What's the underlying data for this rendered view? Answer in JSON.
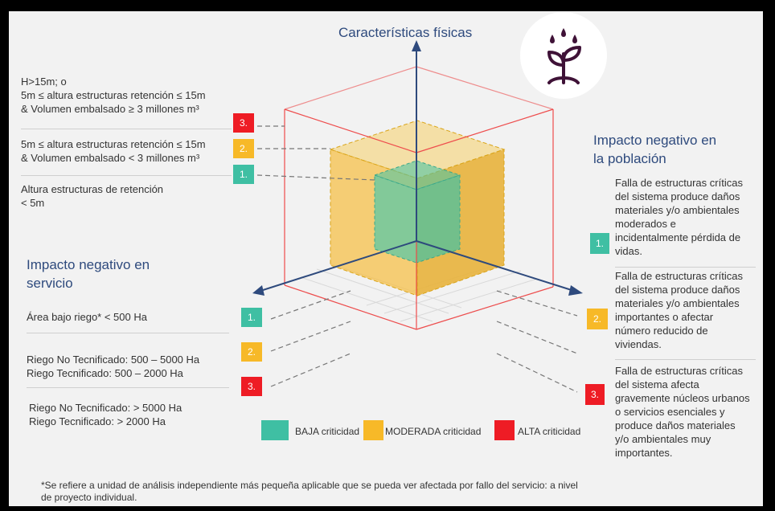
{
  "colors": {
    "baja": "#3fbfa3",
    "moderada": "#f7b928",
    "alta": "#ee1c25",
    "axis": "#2e4a7d",
    "icon": "#3f1237"
  },
  "icon": {
    "name": "plant-icon"
  },
  "axes": {
    "top_title": "Características físicas",
    "right_title_1": "Impacto negativo en",
    "right_title_2": "la población",
    "left_title_1": "Impacto negativo en",
    "left_title_2": "servicio"
  },
  "fisicas": {
    "alta": [
      "H>15m; o",
      "5m ≤ altura estructuras retención ≤ 15m",
      "& Volumen embalsado ≥ 3 millones m³"
    ],
    "moderada": [
      "5m ≤ altura estructuras retención ≤ 15m",
      "& Volumen embalsado < 3 millones m³"
    ],
    "baja": [
      "Altura estructuras de retención",
      "< 5m"
    ]
  },
  "servicio": {
    "baja": [
      "Área bajo riego* < 500 Ha"
    ],
    "moderada": [
      "Riego No Tecnificado: 500 – 5000 Ha",
      "Riego Tecnificado: 500 – 2000 Ha"
    ],
    "alta": [
      "Riego No Tecnificado: > 5000 Ha",
      "Riego Tecnificado: > 2000 Ha"
    ]
  },
  "poblacion": {
    "baja": [
      "Falla de estructuras críticas",
      "del sistema produce daños",
      "materiales y/o ambientales",
      "moderados e",
      "incidentalmente pérdida de",
      "vidas."
    ],
    "moderada": [
      "Falla de estructuras críticas",
      "del sistema produce daños",
      "materiales y/o ambientales",
      "importantes o afectar",
      "número reducido de",
      "viviendas."
    ],
    "alta": [
      "Falla de estructuras críticas",
      "del sistema afecta",
      "gravemente núcleos urbanos",
      "o servicios esenciales y",
      "produce daños materiales",
      "y/o ambientales muy",
      "importantes."
    ]
  },
  "badges": {
    "one": "1.",
    "two": "2.",
    "three": "3."
  },
  "legend": {
    "baja_word": "BAJA",
    "moderada_word": "MODERADA",
    "alta_word": "ALTA",
    "suffix": "criticidad"
  },
  "footnote": [
    "*Se refiere a unidad de análisis independiente más pequeña aplicable que se pueda ver afectada por fallo del servicio: a nivel",
    "de proyecto individual."
  ]
}
